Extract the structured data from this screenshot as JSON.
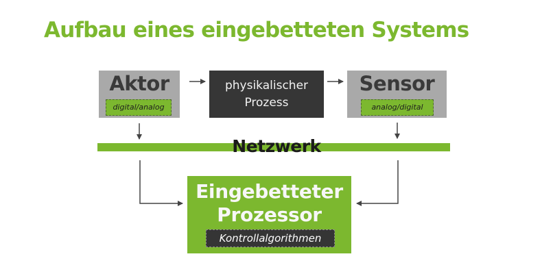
{
  "title": "Aufbau eines eingebetteten Systems",
  "nodes": {
    "aktor": {
      "label": "Aktor",
      "tag": "digital/analog"
    },
    "prozess": {
      "line1": "physikalischer",
      "line2": "Prozess"
    },
    "sensor": {
      "label": "Sensor",
      "tag": "analog/digital"
    },
    "netzwerk": {
      "label": "Netzwerk"
    },
    "prozessor": {
      "line1": "Eingebetteter",
      "line2": "Prozessor",
      "tag": "Kontrollalgorithmen"
    }
  },
  "colors": {
    "accent_green": "#7cb82f",
    "box_gray": "#a9a9a9",
    "box_dark": "#363636",
    "arrow": "#444444"
  }
}
